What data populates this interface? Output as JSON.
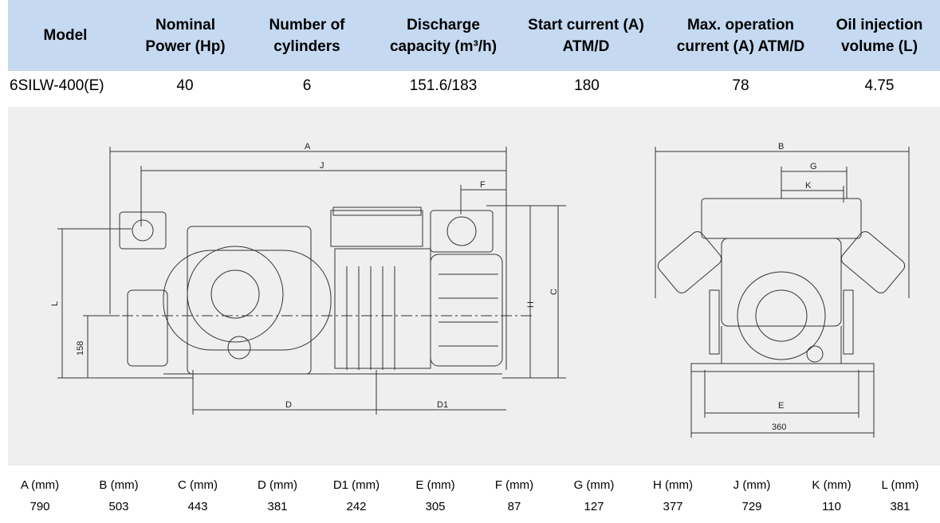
{
  "spec_table": {
    "headers": [
      "Model",
      "Nominal Power (Hp)",
      "Number of cylinders",
      "Discharge capacity (m³/h)",
      "Start current (A) ATM/D",
      "Max. operation current (A) ATM/D",
      "Oil injection volume (L)"
    ],
    "header_lines": [
      [
        "Model",
        ""
      ],
      [
        "Nominal",
        "Power (Hp)"
      ],
      [
        "Number of",
        "cylinders"
      ],
      [
        "Discharge",
        "capacity (m³/h)"
      ],
      [
        "Start current (A)",
        "ATM/D"
      ],
      [
        "Max. operation",
        "current (A) ATM/D"
      ],
      [
        "Oil injection",
        "volume (L)"
      ]
    ],
    "row": [
      "6SILW-400(E)",
      "40",
      "6",
      "151.6/183",
      "180",
      "78",
      "4.75"
    ]
  },
  "drawing": {
    "side_view_labels": [
      "A",
      "J",
      "F",
      "L",
      "158",
      "H",
      "C",
      "D",
      "D1"
    ],
    "end_view_labels": [
      "B",
      "G",
      "K",
      "E",
      "360"
    ]
  },
  "dimensions": {
    "headers": [
      "A (mm)",
      "B (mm)",
      "C (mm)",
      "D (mm)",
      "D1 (mm)",
      "E (mm)",
      "F (mm)",
      "G (mm)",
      "H (mm)",
      "J (mm)",
      "K (mm)",
      "L (mm)"
    ],
    "values": [
      "790",
      "503",
      "443",
      "381",
      "242",
      "305",
      "87",
      "127",
      "377",
      "729",
      "110",
      "381"
    ]
  },
  "colors": {
    "header_bg": "#c5d9f1",
    "panel_bg": "#efefef",
    "line": "#333333"
  }
}
